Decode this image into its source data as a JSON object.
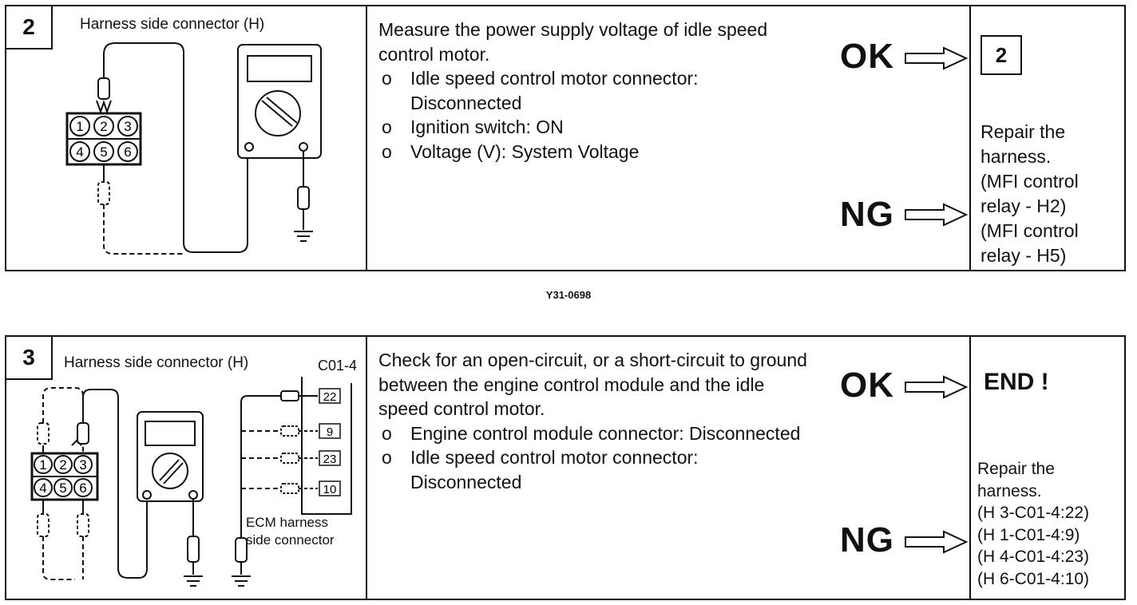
{
  "steps": [
    {
      "number": "2",
      "diagram_caption": "Harness side connector (H)",
      "pins": [
        "1",
        "2",
        "3",
        "4",
        "5",
        "6"
      ],
      "instruction_intro": "Measure the power supply voltage of idle speed control motor.",
      "bullets": [
        "Idle speed control motor connector: Disconnected",
        "Ignition switch: ON",
        "Voltage (V): System Voltage"
      ],
      "ok_label": "OK",
      "ng_label": "NG",
      "ok_result": "2",
      "ng_result_lines": [
        "Repair the",
        "harness.",
        "(MFI control",
        "relay - H2)",
        "(MFI control",
        "relay - H5)"
      ]
    },
    {
      "number": "3",
      "diagram_caption": "Harness side connector (H)",
      "ecm_connector_id": "C01-4",
      "ecm_pins": [
        "22",
        "9",
        "23",
        "10"
      ],
      "ecm_caption_lines": [
        "ECM harness",
        "side connector"
      ],
      "pins": [
        "1",
        "2",
        "3",
        "4",
        "5",
        "6"
      ],
      "instruction_intro": "Check for an open-circuit, or a short-circuit to ground between the engine control module and the idle speed control motor.",
      "bullets": [
        "Engine control module connector: Disconnected",
        "Idle speed control motor connector: Disconnected"
      ],
      "ok_label": "OK",
      "ng_label": "NG",
      "ok_result": "END !",
      "ng_result_lines": [
        "Repair the",
        "harness.",
        "(H 3-C01-4:22)",
        "(H 1-C01-4:9)",
        "(H 4-C01-4:23)",
        "(H 6-C01-4:10)"
      ]
    }
  ],
  "bullet_symbol": "o",
  "figure_code": "Y31-0698"
}
